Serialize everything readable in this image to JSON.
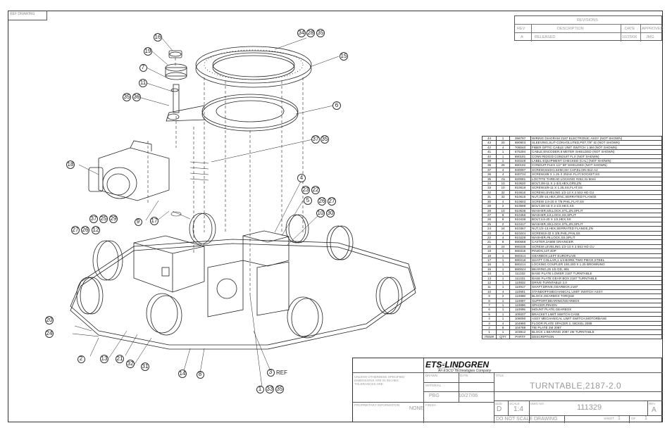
{
  "corner_tag": "REF DRAWING",
  "callouts": [
    {
      "id": "c16",
      "label": "16"
    },
    {
      "id": "c19",
      "label": "19"
    },
    {
      "id": "c7",
      "label": "7"
    },
    {
      "id": "c11",
      "label": "11"
    },
    {
      "id": "c35",
      "label": "35"
    },
    {
      "id": "c36",
      "label": "36"
    },
    {
      "id": "c34",
      "label": "34"
    },
    {
      "id": "c28",
      "label": "28"
    },
    {
      "id": "c35b",
      "label": "35"
    },
    {
      "id": "c15",
      "label": "15"
    },
    {
      "id": "c6",
      "label": "6"
    },
    {
      "id": "c37",
      "label": "37"
    },
    {
      "id": "c35c",
      "label": "35"
    },
    {
      "id": "c18",
      "label": "18"
    },
    {
      "id": "c4",
      "label": "4"
    },
    {
      "id": "c23",
      "label": "23"
    },
    {
      "id": "c22",
      "label": "22"
    },
    {
      "id": "c5",
      "label": "5"
    },
    {
      "id": "c26",
      "label": "26"
    },
    {
      "id": "c27",
      "label": "27"
    },
    {
      "id": "c10",
      "label": "10"
    },
    {
      "id": "c30",
      "label": "30"
    },
    {
      "id": "c37b",
      "label": "37"
    },
    {
      "id": "c25",
      "label": "25"
    },
    {
      "id": "c29",
      "label": "29"
    },
    {
      "id": "c9",
      "label": "9"
    },
    {
      "id": "c17",
      "label": "17"
    },
    {
      "id": "c27b",
      "label": "27"
    },
    {
      "id": "c26b",
      "label": "26"
    },
    {
      "id": "c12",
      "label": "12"
    },
    {
      "id": "c20",
      "label": "20"
    },
    {
      "id": "c24",
      "label": "24"
    },
    {
      "id": "c2",
      "label": "2"
    },
    {
      "id": "c13",
      "label": "13"
    },
    {
      "id": "c21",
      "label": "21"
    },
    {
      "id": "c32",
      "label": "32"
    },
    {
      "id": "c31",
      "label": "31"
    },
    {
      "id": "c14",
      "label": "14"
    },
    {
      "id": "c8",
      "label": "8"
    },
    {
      "id": "c3",
      "label": "3"
    },
    {
      "id": "c1",
      "label": "1"
    },
    {
      "id": "c33",
      "label": "33"
    },
    {
      "id": "c35d",
      "label": "35"
    }
  ],
  "ref_label": "REF",
  "revision": {
    "header": "REVISIONS",
    "cols": [
      "REV",
      "DESCRIPTION",
      "DATE",
      "APPROVED"
    ],
    "row": [
      "A",
      "RELEASED",
      "10/25/06",
      "JMG"
    ]
  },
  "bom": {
    "headers": [
      "ITEM#",
      "QTY",
      "PART#",
      "DESCRIPTION"
    ],
    "rows": [
      [
        "44",
        "1",
        "398797",
        "WIRING DIAGRAM 2187 ELECTRONIC ASSY (NOT SHOWN)"
      ],
      [
        "43",
        "20",
        "890903",
        "SLEEVING,SLIT-CONVOLUTED,PET,7/8\" ID (NOT SHOWN)"
      ],
      [
        "42",
        "4",
        "708040",
        "FIBER OPTIC CABLE UNIT SWITCH 1.5M (NOT SHOWN)"
      ],
      [
        "41",
        "1",
        "675294",
        "CABLE,ENCODER,8 METER SHIELDED (NOT SHOWN)"
      ],
      [
        "40",
        "1",
        "890191",
        "CONN RIDGID CONDUIT FLX (NOT SHOWN)"
      ],
      [
        "39",
        "1",
        "920228",
        "LABEL EQUIPMENT CHECKED (CAL) (NOT SHOWN)"
      ],
      [
        "38",
        "25",
        "890192",
        "CONDUIT,FLEX 1/2\" BF SHIELDED (NOT SHOWN)"
      ],
      [
        "37",
        "4",
        "930097",
        "SCREW,M10X1.5X50,SH CAP,ELOIN 912-A2"
      ],
      [
        "36",
        "4",
        "930734",
        "SCREW,M8 X 1.25 X 25mm FLAT,SOCKET,SS"
      ],
      [
        "35",
        ".01",
        "920081",
        "LOCTITE THREAD LOCKING #262,31.50ml"
      ],
      [
        "34",
        "10",
        "910620",
        "BOLT,3/8-11 X 1-3/4,HEX,GR5,ZN"
      ],
      [
        "33",
        "10",
        "910619",
        "SCREW,5/8-11 X 1.25,SS,FLAT,SS"
      ],
      [
        "32",
        "32",
        "910616",
        "SCREW,LEVELING 1/2-13 X 2.5S2 HD CU"
      ],
      [
        "31",
        "32",
        "910615",
        "NUT,3/8-16,HEX,ZINC,SERRATED FLANGE"
      ],
      [
        "30",
        "4",
        "910603",
        "SCREW 1/4-20 X 7/8,PHIL,FLAT,SS"
      ],
      [
        "29",
        "2",
        "910599",
        "BOLT,3/8-16 X 2-1/2,HEX,SS"
      ],
      [
        "28",
        "10",
        "910538",
        "WASHER,5/8,LOCK,STL,ZN,SPLIT"
      ],
      [
        "27",
        "8",
        "910456",
        "WASHER,1/4,LOCK,SS,SPLIT"
      ],
      [
        "26",
        "8",
        "910438",
        "BOLT,1/4-20 X 1/2,HEX,SS"
      ],
      [
        "25",
        "2",
        "910417",
        "WASHER,3/8,LOCK,STL,ZN,SPLIT"
      ],
      [
        "24",
        "24",
        "910367",
        "NUT,1/2-13,HEX,SERRATED FLANGE,ZN"
      ],
      [
        "23",
        "4",
        "910244",
        "SCREW,8-32 X 3/8,PHIL,PAN,SS"
      ],
      [
        "22",
        "4",
        "910228",
        "WASHER,#8,LOCK,SS,SPLIT"
      ],
      [
        "21",
        "8",
        "890668",
        "CASTER,3A886 GRAINGER"
      ],
      [
        "20",
        "24",
        "890238",
        "SCREW LEVELING 1/2-13 X 2.5S2 HD CU"
      ],
      [
        "19",
        "1",
        "880315",
        "PINION,14T,4DP"
      ],
      [
        "18",
        "1",
        "880314",
        "GEARBOX,LEFT EUROFLIVE"
      ],
      [
        "17",
        "1",
        "880216",
        "SHAFT COLLAR,1 1/4 BORE,TWO PIECE,STEEL"
      ],
      [
        "16",
        "1",
        "880214",
        "LOCKING COUPLER 150,200 X 1.25 BROWNING"
      ],
      [
        "15",
        "1",
        "880044",
        "BEARING,25 1/5 OD,.991"
      ],
      [
        "14",
        "1",
        "111332",
        "BASE PLATE LOWER 2187 TURNTABLE"
      ],
      [
        "13",
        "1",
        "111331",
        "BASE PLATE GEAR BOX 2187 TURNTABLE"
      ],
      [
        "12",
        "1",
        "110932",
        "DRIVE TURNTABLE 2.0"
      ],
      [
        "11",
        "1",
        "110917",
        "SHAFT,DRIVE,GEARBOX,2187"
      ],
      [
        "10",
        "4",
        "110901",
        "STANDOFF,MECHANICAL LIMIT SWITCH ASSY"
      ],
      [
        "9",
        "2",
        "110898",
        "BLOCK,GEARBOX TORQUE"
      ],
      [
        "8",
        "1",
        "110897",
        "SUPPORT,BEARING/GEARBOX"
      ],
      [
        "7",
        "1",
        "110896",
        "SPACER,PINION"
      ],
      [
        "6",
        "1",
        "110895",
        "MOUNT PLATE,GEARBOX"
      ],
      [
        "5",
        "1",
        "109207",
        "BRACKET LIMIT SWITCH CASE"
      ],
      [
        "4",
        "1",
        "108090",
        "ASSY MECHANICAL LIMIT SWITCH,MOTORBASE"
      ],
      [
        "3",
        "4",
        "104980",
        "FLOOR PLATE SPACER 2, NICKEL 2088"
      ],
      [
        "2",
        "8",
        "104789",
        "TIE PLATE 2M 2087"
      ],
      [
        "1",
        "1",
        "103812",
        "BLOCK 1 BEARING 2087 2M TURNTABLE"
      ]
    ]
  },
  "title_block": {
    "company": "ETS-LINDGREN",
    "company_sub": "An ESCO Technologies Company",
    "title": "TURNTABLE,2187-2.0",
    "size": "D",
    "scale": "1:4",
    "dwg_no": "111329",
    "rev": "A",
    "drawn_by": "PBG",
    "drawn_date": "10/27/06",
    "finish": "NONE",
    "do_not_scale": "DO NOT SCALE DRAWING",
    "sheet": "1",
    "of": "1",
    "lbl_title": "TITLE",
    "lbl_size": "SIZE",
    "lbl_scale": "SCALE",
    "lbl_dwg": "DWG NO",
    "lbl_rev": "REV",
    "lbl_sheet": "SHEET",
    "lbl_of": "OF",
    "lbl_drawn": "DRAWN",
    "lbl_date": "DATE",
    "lbl_finish": "FINISH",
    "lbl_proprietary": "PROPRIETARY INFORMATION",
    "lbl_material": "MATERIAL",
    "notes": "UNLESS OTHERWISE SPECIFIED DIMENSIONS ARE IN INCHES TOLERANCES ARE:"
  }
}
